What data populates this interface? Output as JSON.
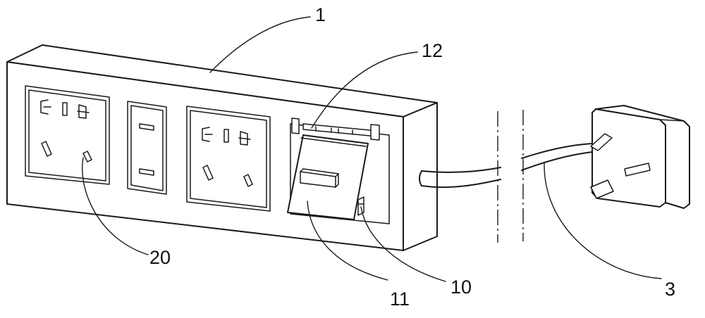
{
  "reference_numerals": {
    "strip_body": "1",
    "cover_hinge": "12",
    "socket": "20",
    "cover_plate": "11",
    "switch_seat": "10",
    "cable": "3"
  },
  "colors": {
    "ink": "#1a1a1a",
    "paper": "#ffffff"
  }
}
